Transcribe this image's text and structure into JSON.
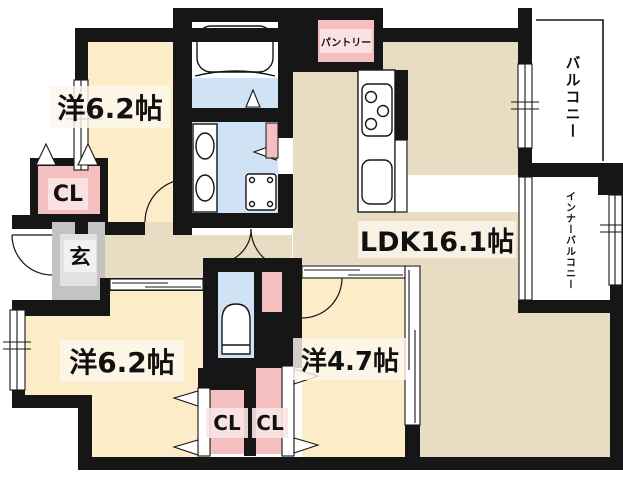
{
  "floorplan": {
    "title": "2LDK apartment floor plan",
    "rooms": {
      "bedroom_top": {
        "label": "洋6.2帖"
      },
      "bedroom_bottom": {
        "label": "洋6.2帖"
      },
      "bedroom_small": {
        "label": "洋4.7帖"
      },
      "ldk": {
        "label": "LDK16.1帖"
      },
      "entry": {
        "label": "玄"
      },
      "pantry": {
        "label": "パントリー"
      },
      "balcony": {
        "label": "バルコニー"
      },
      "inner_balcony": {
        "label": "インナーバルコニー"
      },
      "closet_top": {
        "label": "CL"
      },
      "closet_left": {
        "label": "CL"
      },
      "closet_right": {
        "label": "CL"
      }
    },
    "colors": {
      "wall": "#161616",
      "bedroom_cream": "#fcecc8",
      "ldk_beige": "#e8dcc2",
      "wet_area_blue": "#cfe3f4",
      "closet_pink": "#f6bfbf",
      "entry_gray": "#c3c3c3",
      "entry_step_gray": "#e2e2e2",
      "exterior_white": "#ffffff"
    }
  }
}
